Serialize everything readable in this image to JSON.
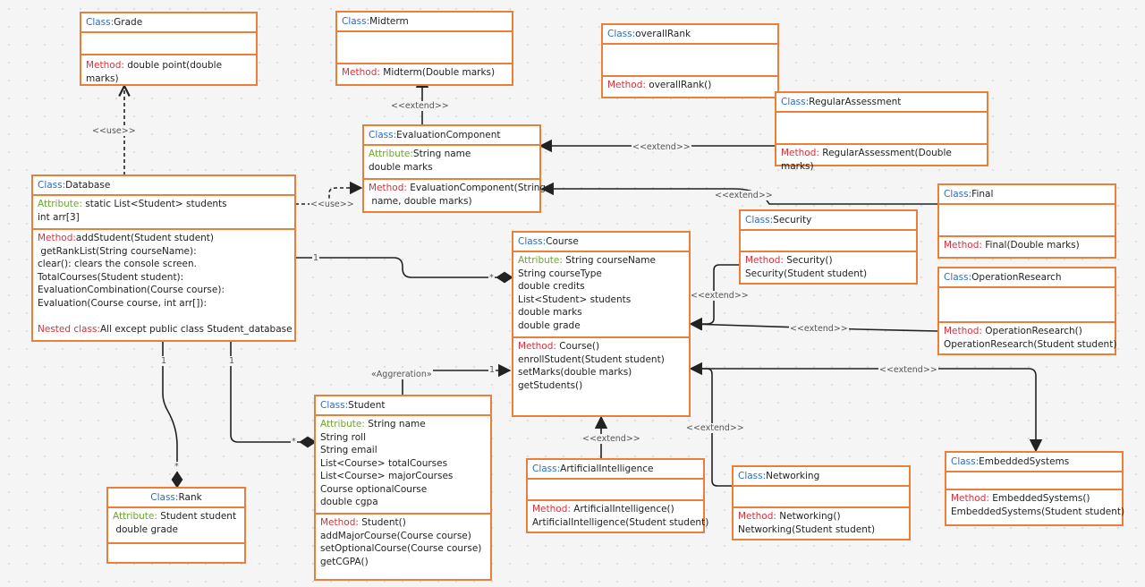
{
  "keywords": {
    "class": "Class:",
    "attribute": "Attribute:",
    "method": "Method:",
    "nested": "Nested class:"
  },
  "boxes": {
    "grade": {
      "name": "Grade",
      "methods": [
        "double point(double marks)"
      ]
    },
    "midterm": {
      "name": "Midterm",
      "methods": [
        "Midterm(Double marks)"
      ]
    },
    "overallRank": {
      "name": "overallRank",
      "methods": [
        "overallRank()"
      ]
    },
    "regularAssessment": {
      "name": "RegularAssessment",
      "methods": [
        "RegularAssessment(Double marks)"
      ]
    },
    "evaluationComponent": {
      "name": "EvaluationComponent",
      "attributes": [
        "String name",
        "double marks"
      ],
      "methods": [
        "EvaluationComponent(String",
        " name, double marks)"
      ]
    },
    "database": {
      "name": "Database",
      "attributes": [
        "static List<Student> students",
        "int arr[3]"
      ],
      "methods": [
        "addStudent(Student student)",
        " getRankList(String courseName):",
        "clear(): clears the console screen.",
        "TotalCourses(Student student):",
        "EvaluationCombination(Course course):",
        "Evaluation(Course course, int arr[]):"
      ],
      "nested": "All except public class Student_database"
    },
    "final": {
      "name": "Final",
      "methods": [
        "Final(Double marks)"
      ]
    },
    "security": {
      "name": "Security",
      "methods": [
        "Security()",
        "Security(Student student)"
      ]
    },
    "course": {
      "name": "Course",
      "attributes": [
        "String courseName",
        "String courseType",
        "double credits",
        "List<Student> students",
        "double marks",
        "double grade"
      ],
      "methods": [
        "Course()",
        "enrollStudent(Student student)",
        "setMarks(double marks)",
        "getStudents()"
      ]
    },
    "operationResearch": {
      "name": "OperationResearch",
      "methods": [
        "OperationResearch()",
        "OperationResearch(Student student)"
      ]
    },
    "student": {
      "name": "Student",
      "attributes": [
        "String name",
        "String roll",
        "String email",
        "List<Course> totalCourses",
        "List<Course> majorCourses",
        "Course optionalCourse",
        "double cgpa"
      ],
      "methods": [
        "Student()",
        "addMajorCourse(Course course)",
        "setOptionalCourse(Course course)",
        "getCGPA()"
      ]
    },
    "artificialIntelligence": {
      "name": "ArtificialIntelligence",
      "methods": [
        "ArtificialIntelligence()",
        "ArtificialIntelligence(Student student)"
      ]
    },
    "networking": {
      "name": "Networking",
      "methods": [
        "Networking()",
        "Networking(Student student)"
      ]
    },
    "embeddedSystems": {
      "name": "EmbeddedSystems",
      "methods": [
        "EmbeddedSystems()",
        "EmbeddedSystems(Student student)"
      ]
    },
    "rank": {
      "name": "Rank",
      "attributes": [
        "Student student",
        " double grade"
      ]
    }
  },
  "labels": {
    "use1": "<<use>>",
    "use2": "<<use>>",
    "extendMidterm": "<<extend>>",
    "extendRegular": "<<extend>>",
    "extendFinal": "<<extend>>",
    "extendSecurity": "<<extend>>",
    "extendOR": "<<extend>>",
    "extendES": "<<extend>>",
    "extendAI": "<<extend>>",
    "extendNet": "<<extend>>",
    "aggregation": "«Aggreration»",
    "multDbCourse1": "1",
    "multDbCourseStar": "*",
    "multAggr1": "1",
    "multDbRank1": "1",
    "multDbRankStar": "*",
    "multDbStudent1": "1",
    "multDbStudentStar": "*"
  }
}
